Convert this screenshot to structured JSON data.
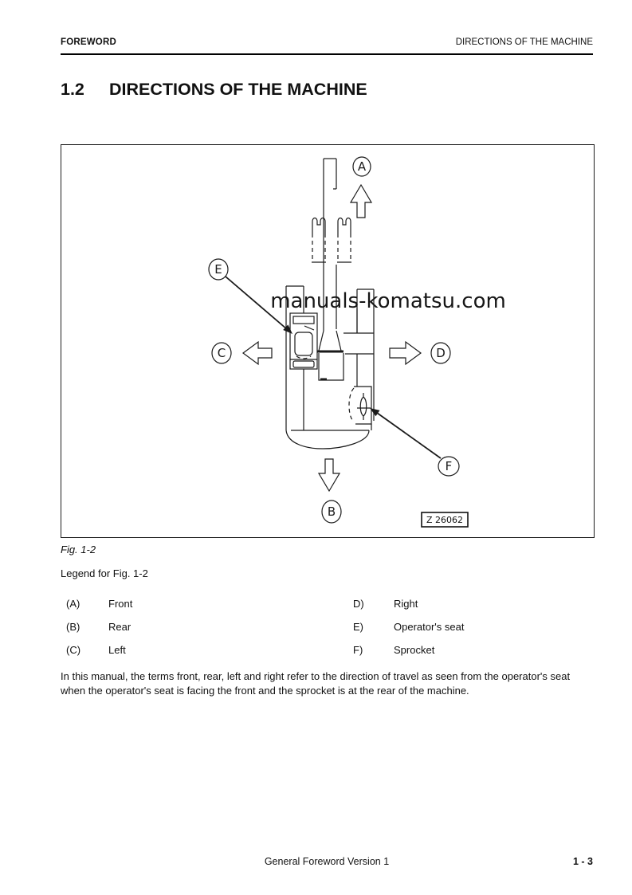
{
  "header": {
    "left": "FOREWORD",
    "right": "DIRECTIONS OF THE MACHINE"
  },
  "title": {
    "number": "1.2",
    "text": "DIRECTIONS OF THE MACHINE"
  },
  "figure": {
    "watermark": "manuals-komatsu.com",
    "drawing_code": "Z 26062",
    "caption": "Fig. 1-2",
    "markers": [
      "A",
      "B",
      "C",
      "D",
      "E",
      "F"
    ]
  },
  "legend": {
    "heading": "Legend for Fig. 1-2",
    "left": [
      {
        "label": "(A)",
        "text": "Front"
      },
      {
        "label": "(B)",
        "text": "Rear"
      },
      {
        "label": "(C)",
        "text": "Left"
      }
    ],
    "right": [
      {
        "label": "D)",
        "text": "Right"
      },
      {
        "label": "E)",
        "text": "Operator's seat"
      },
      {
        "label": "F)",
        "text": "Sprocket"
      }
    ]
  },
  "paragraph": "In this manual, the terms front, rear, left and right refer to the direction of travel as seen from the operator's seat when the operator's seat is facing the front and the sprocket is at the rear of the machine.",
  "footer": {
    "center": "General Foreword Version 1",
    "page": "1 - 3"
  }
}
